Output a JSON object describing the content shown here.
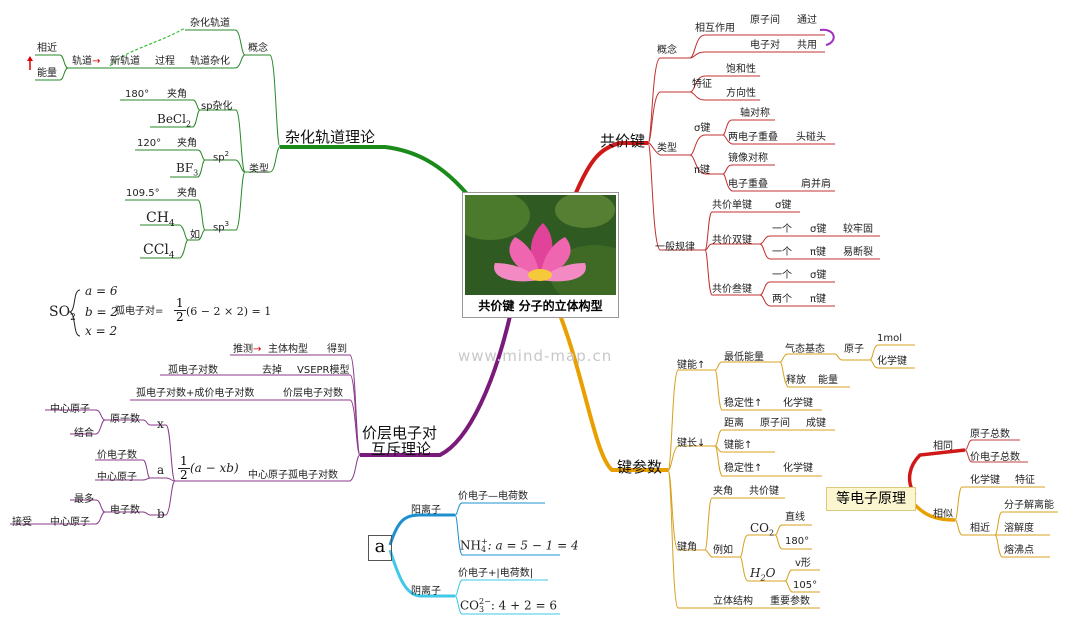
{
  "center": {
    "title": "共价键 分子的立体构型"
  },
  "watermark": "www.mind-map.cn",
  "covalent": {
    "topic": "共价键",
    "concept": "概念",
    "interaction": "相互作用",
    "between_atoms": "原子间",
    "via": "通过",
    "electron_pair": "电子对",
    "shared": "共用",
    "feature": "特征",
    "saturation": "饱和性",
    "directionality": "方向性",
    "type": "类型",
    "sigma_bond": "σ键",
    "axial_sym": "轴对称",
    "two_overlap": "两电子重叠",
    "head_to_head": "头碰头",
    "pi_bond": "π键",
    "mirror_sym": "镜像对称",
    "e_overlap": "电子重叠",
    "side_by_side": "肩并肩",
    "rule": "一般规律",
    "single": "共价单键",
    "single_sigma": "σ键",
    "double": "共价双键",
    "one_a": "一个",
    "d_sigma": "σ键",
    "stronger": "较牢固",
    "one_b": "一个",
    "d_pi": "π键",
    "breakable": "易断裂",
    "triple": "共价叁键",
    "one_c": "一个",
    "t_sigma": "σ键",
    "two": "两个",
    "t_pi": "π键"
  },
  "params": {
    "topic": "键参数",
    "energy": "键能↑",
    "min_energy": "最低能量",
    "gas_ground": "气态基态",
    "atom": "原子",
    "one_mol": "1mol",
    "chem_bond": "化学键",
    "release": "释放",
    "energy_word": "能量",
    "stable1": "稳定性↑",
    "chem_bond2": "化学键",
    "length": "键长↓",
    "distance": "距离",
    "atoms_between": "原子间",
    "form_bond": "成键",
    "energy_up": "键能↑",
    "stable2": "稳定性↑",
    "chem_bond3": "化学键",
    "angle": "键角",
    "included": "夹角",
    "cov_bond": "共价键",
    "example": "例如",
    "co2": "CO",
    "co2_sub": "2",
    "linear": "直线",
    "deg180": "180°",
    "h2o_h": "H",
    "h2o_sub": "2",
    "h2o_o": "O",
    "vshape": "v形",
    "deg105": "105°",
    "structure": "立体结构",
    "important": "重要参数"
  },
  "iso": {
    "topic": "等电子原理",
    "same": "相同",
    "total_atoms": "原子总数",
    "total_valence": "价电子总数",
    "similar": "相似",
    "chem_bond": "化学键",
    "feature": "特征",
    "similar2": "相近",
    "dissoc": "分子解离能",
    "solubility": "溶解度",
    "melting": "熔沸点"
  },
  "hybrid": {
    "topic": "杂化轨道理论",
    "concept": "概念",
    "hybrid_orbital": "杂化轨道",
    "process": "过程",
    "orbital_hybrid": "轨道杂化",
    "orbital": "轨道",
    "arrow": "→",
    "new_orbital": "新轨道",
    "close": "相近",
    "energy": "能量",
    "type": "类型",
    "sp": "sp杂化",
    "deg180": "180°",
    "angle1": "夹角",
    "becl2": "BeCl",
    "becl2_sub": "2",
    "sp2": "sp",
    "sp2_sup": "2",
    "deg120": "120°",
    "angle2": "夹角",
    "bf3": "BF",
    "bf3_sub": "3",
    "sp3": "sp",
    "sp3_sup": "3",
    "deg1095": "109.5°",
    "angle3": "夹角",
    "ch4": "CH",
    "ch4_sub": "4",
    "such_as": "如",
    "ccl4": "CCl",
    "ccl4_sub": "4"
  },
  "so2": {
    "so": "SO",
    "so_sub": "2",
    "a_eq": "a = 6",
    "b_eq": "b = 2",
    "x_eq": "x = 2",
    "lone_pair": "孤电子对=",
    "frac_n": "1",
    "frac_d": "2",
    "expr": "(6 − 2 × 2) = 1"
  },
  "vsepr": {
    "topic_l1": "价层电子对",
    "topic_l2": "互斥理论",
    "infer": "推测",
    "arrow": "→",
    "main_model": "主体构型",
    "get": "得到",
    "lone_pairs": "孤电子对数",
    "remove": "去掉",
    "vsepr_model": "VSEPR模型",
    "lone_plus_bond": "孤电子对数+成价电子对数",
    "valence_pairs": "价层电子对数",
    "center_lone": "中心原子孤电子对数",
    "frac_n": "1",
    "frac_d": "2",
    "frac_expr": "(a − xb)",
    "x": "x",
    "a": "a",
    "b": "b",
    "center_atom1": "中心原子",
    "atom_count": "原子数",
    "combine": "结合",
    "valence_e": "价电子数",
    "center_atom2": "中心原子",
    "most": "最多",
    "e_count": "电子数",
    "accept": "接受",
    "center_atom3": "中心原子"
  },
  "ions": {
    "a_box": "a",
    "cation": "阳离子",
    "cation_rule": "价电子—电荷数",
    "nh4": "NH",
    "nh4_sub": "4",
    "nh4_sup": "+",
    "nh4_expr": ": a = 5 − 1 = 4",
    "anion": "阴离子",
    "anion_rule": "价电子+|电荷数|",
    "co3": "CO",
    "co3_sub": "3",
    "co3_sup": "2−",
    "co3_expr": ": 4 + 2 = 6"
  }
}
